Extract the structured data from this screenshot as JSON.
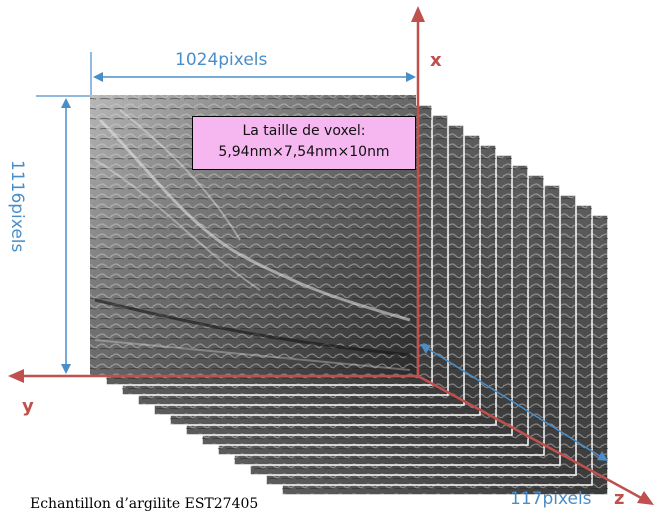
{
  "dimensions": {
    "width_label": "1024pixels",
    "height_label": "1116pixels",
    "depth_label": "117pixels"
  },
  "axes": {
    "x_label": "x",
    "y_label": "y",
    "z_label": "z",
    "color": "#c0504d"
  },
  "dimension_color": "#4a8ec9",
  "voxel_box": {
    "line1": "La taille de voxel:",
    "line2": "5,94nm×7,54nm×10nm",
    "background": "#f6b6ef"
  },
  "caption": "Echantillon d’argilite EST27405",
  "slice_count_drawn": 12
}
